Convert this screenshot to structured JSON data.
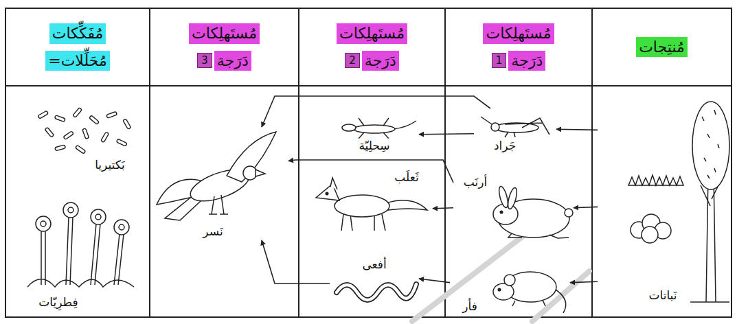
{
  "diagram": {
    "nodes": [
      {
        "text": [
          "مُنتِجات"
        ]
      },
      {
        "text": [
          "مُستَهلِكات",
          "دَرَجة",
          "1"
        ]
      },
      {
        "text": [
          "مُستَهلِكات",
          "دَرَجة",
          "2"
        ]
      },
      {
        "text": [
          "مُستَهلِكات",
          "دَرَجة",
          "3"
        ]
      },
      {
        "text": [
          "مُفَكِّكات",
          "=مُحَلِّلات"
        ]
      },
      {
        "text": [
          "نَباتات"
        ]
      },
      {
        "text": [
          "جَراد"
        ]
      },
      {
        "text": [
          "أرنَب"
        ]
      },
      {
        "text": [
          "فأر"
        ]
      },
      {
        "text": [
          "سِحلِيّة"
        ]
      },
      {
        "text": [
          "ثَعلَب"
        ]
      },
      {
        "text": [
          "أفعى"
        ]
      },
      {
        "text": [
          "نَسر"
        ]
      },
      {
        "text": [
          "بَكتيريا"
        ]
      },
      {
        "text": [
          "فِطرِيّات"
        ]
      }
    ],
    "edges": [
      {
        "from": 5,
        "to": 6,
        "arrow": "to"
      },
      {
        "from": 5,
        "to": 7,
        "arrow": "to"
      },
      {
        "from": 5,
        "to": 8,
        "arrow": "to"
      },
      {
        "from": 6,
        "to": 9,
        "arrow": "to"
      },
      {
        "from": 6,
        "to": 12,
        "arrow": "to"
      },
      {
        "from": 7,
        "to": 10,
        "arrow": "to"
      },
      {
        "from": 7,
        "to": 12,
        "arrow": "to"
      },
      {
        "from": 8,
        "to": 11,
        "arrow": "to"
      },
      {
        "from": 11,
        "to": 12,
        "arrow": "to"
      }
    ]
  }
}
